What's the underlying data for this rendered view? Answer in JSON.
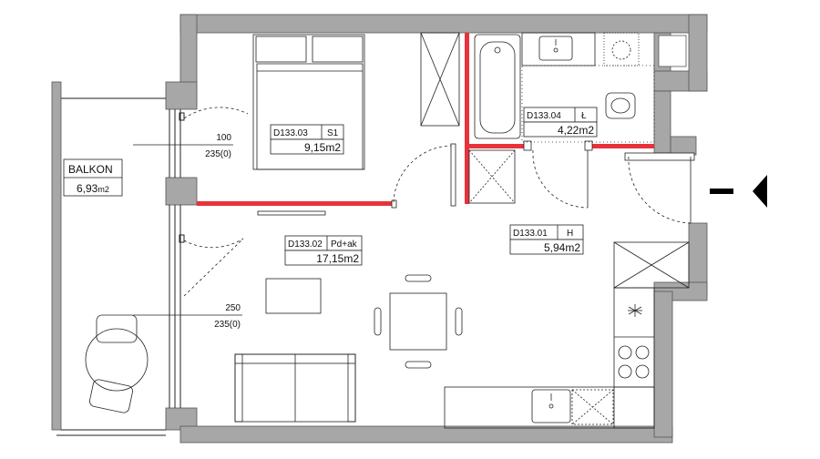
{
  "rooms": [
    {
      "code": "D133.03",
      "name": "S1",
      "area": "9,15m2"
    },
    {
      "code": "D133.04",
      "name": "Ł",
      "area": "4,22m2"
    },
    {
      "code": "D133.02",
      "name": "Pd+ak",
      "area": "17,15m2"
    },
    {
      "code": "D133.01",
      "name": "H",
      "area": "5,94m2"
    }
  ],
  "balcony": {
    "name": "BALKON",
    "area_value": "6,93",
    "area_unit": "m2"
  },
  "windows": [
    {
      "width": "100",
      "height": "235(0)"
    },
    {
      "width": "250",
      "height": "235(0)"
    }
  ],
  "colors": {
    "wall": "#a7a7a7",
    "partition": "#e8323a",
    "line": "#222222"
  },
  "icons": [
    "entrance-arrow-icon",
    "stove-icon",
    "hob-icon",
    "sink-icon",
    "bathtub-icon",
    "toilet-icon",
    "washbasin-icon"
  ]
}
